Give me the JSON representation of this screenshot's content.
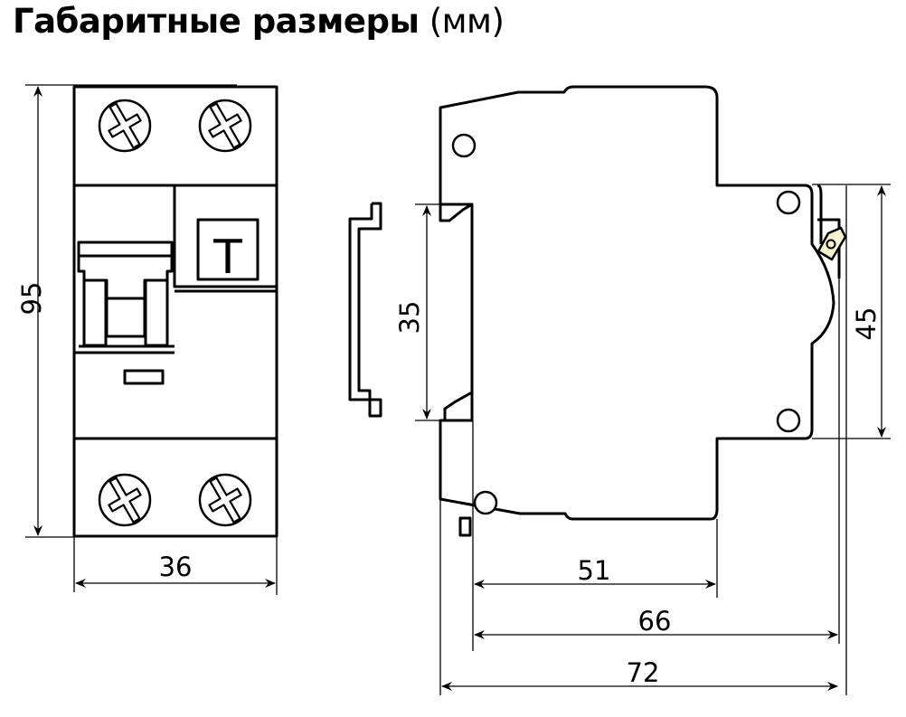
{
  "title": {
    "main": "Габаритные размеры",
    "unit": "(мм)"
  },
  "front_view": {
    "test_button_label": "T",
    "dimensions": {
      "height": "95",
      "width": "36"
    }
  },
  "side_view": {
    "dimensions": {
      "din_rail": "35",
      "front_protrusion": "45",
      "depth_to_step": "51",
      "depth_to_front": "66",
      "total_depth": "72"
    },
    "lever_color": "#f7f3d0"
  },
  "colors": {
    "line": "#000000",
    "background": "#ffffff"
  }
}
